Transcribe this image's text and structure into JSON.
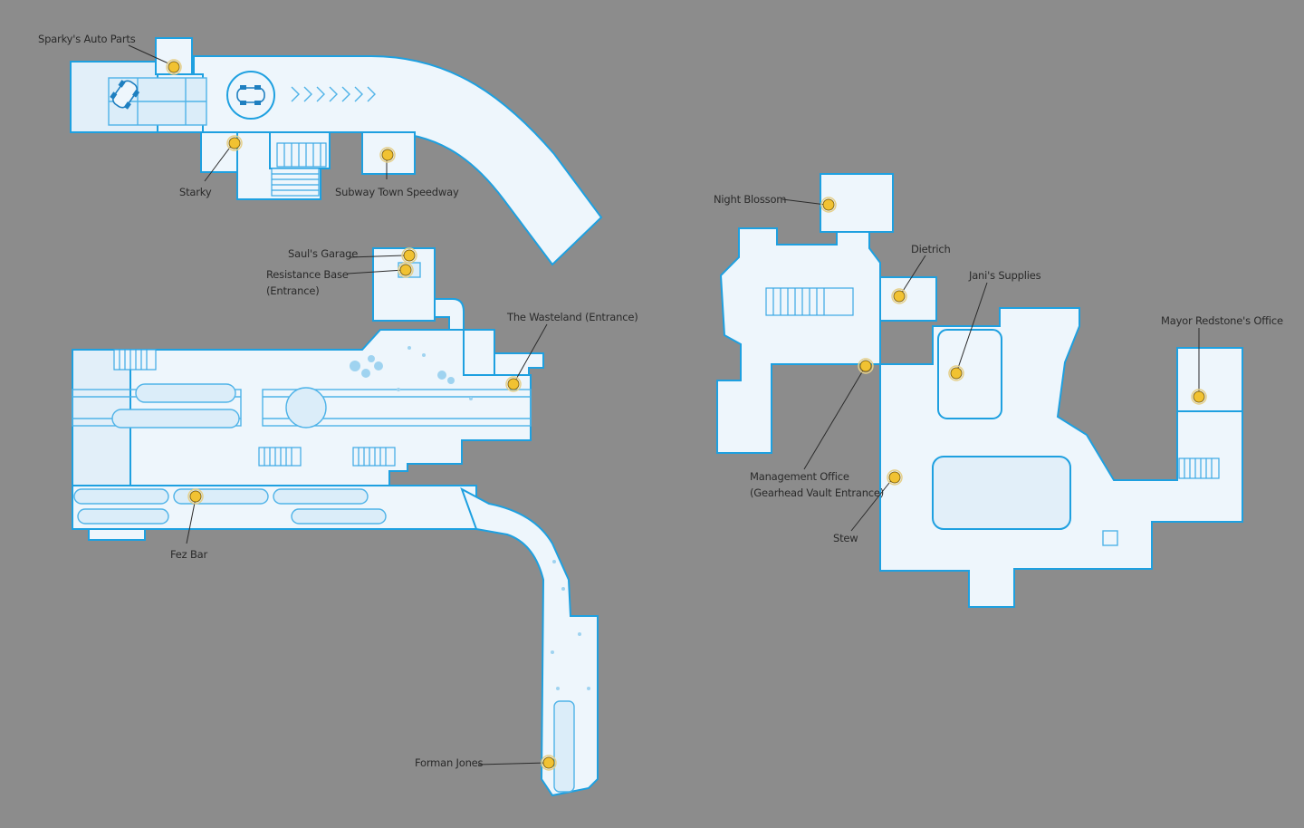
{
  "colors": {
    "background": "#8c8c8c",
    "floor": "#eef6fc",
    "wall": "#1ea0e0",
    "marker": "#f1c232",
    "label": "#2a2a2a"
  },
  "locations": {
    "sparkys_auto_parts": "Sparky's Auto Parts",
    "starky": "Starky",
    "subway_town_speedway": "Subway Town Speedway",
    "sauls_garage": "Saul's Garage",
    "resistance_base_line1": "Resistance Base",
    "resistance_base_line2": "(Entrance)",
    "the_wasteland": "The Wasteland (Entrance)",
    "fez_bar": "Fez Bar",
    "forman_jones": "Forman Jones",
    "night_blossom": "Night Blossom",
    "dietrich": "Dietrich",
    "janis_supplies": "Jani's Supplies",
    "mayor_redstones_office": "Mayor Redstone's Office",
    "management_office_line1": "Management Office",
    "management_office_line2": "(Gearhead Vault Entrance)",
    "stew": "Stew"
  },
  "icons": {
    "location_marker": "marker-icon",
    "car": "car-icon",
    "stairs": "stairs-icon"
  }
}
